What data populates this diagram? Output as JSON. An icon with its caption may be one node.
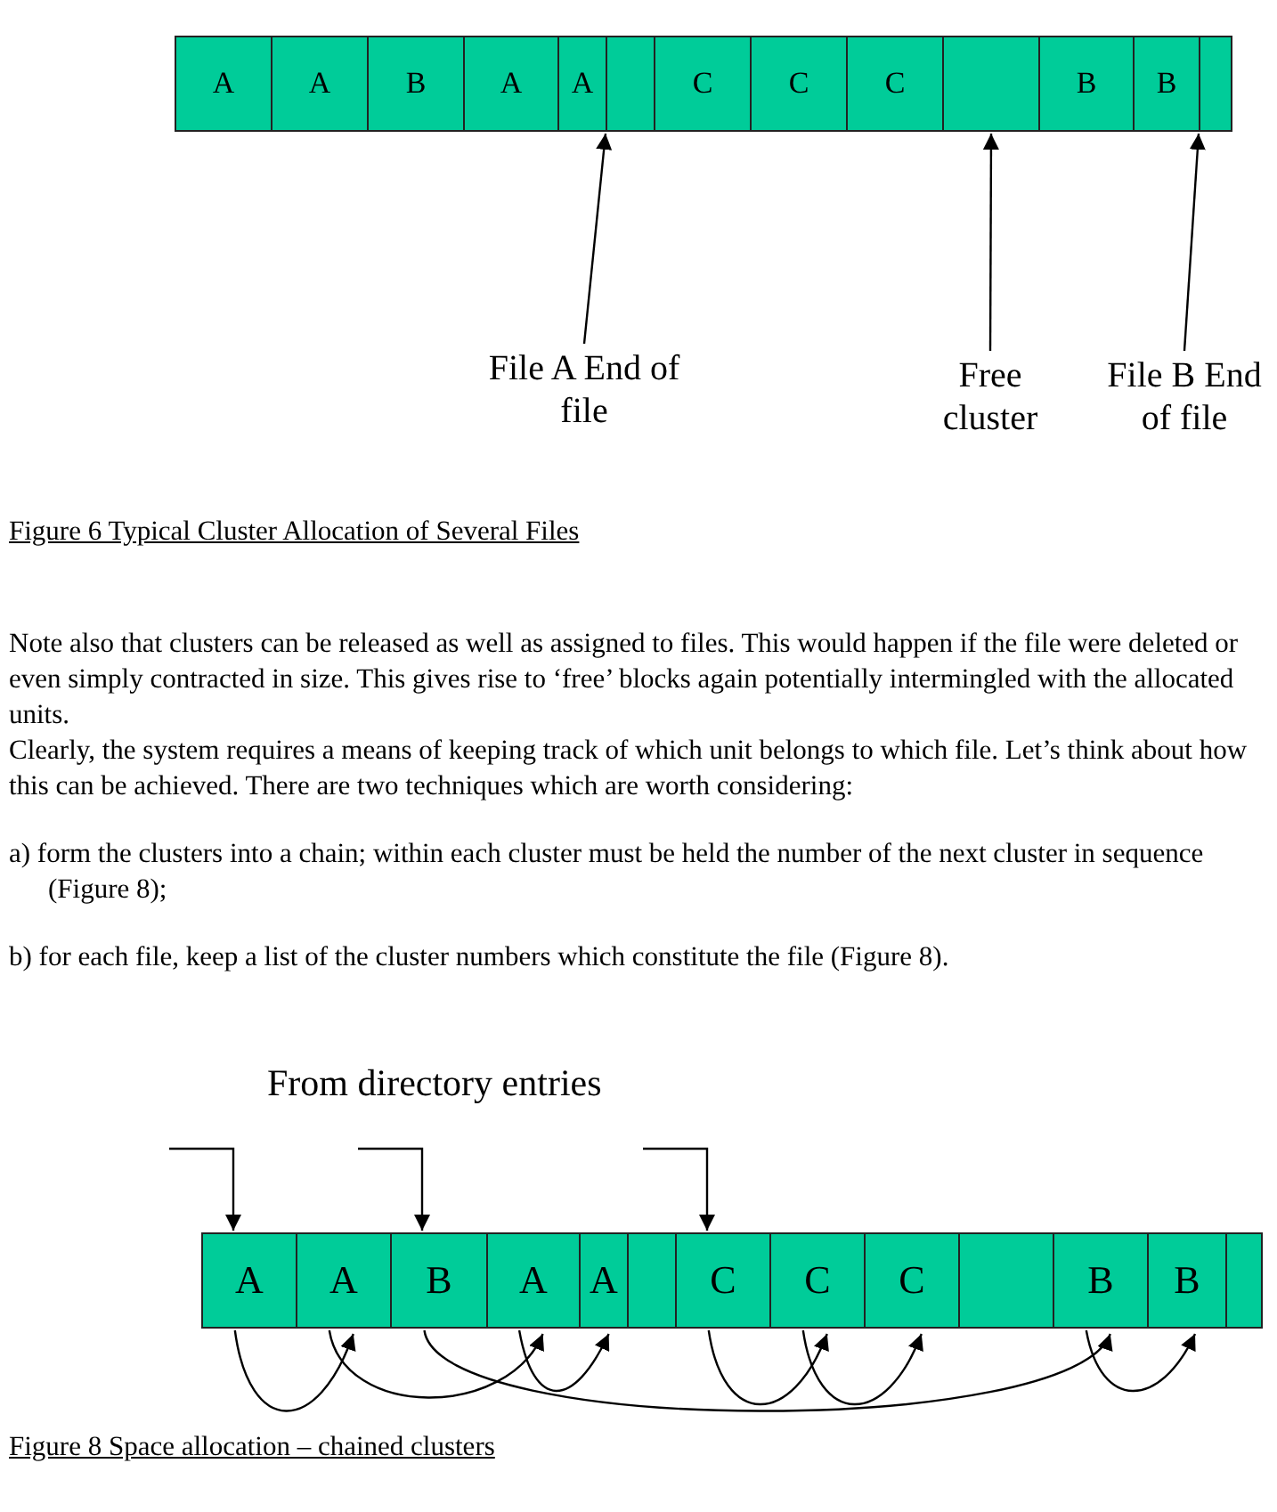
{
  "diagram": {
    "nodes": [
      {
        "text": [
          "A"
        ]
      },
      {
        "text": [
          "A"
        ]
      },
      {
        "text": [
          "B"
        ]
      },
      {
        "text": [
          "A"
        ]
      },
      {
        "text": [
          "A"
        ]
      },
      {
        "text": [],
        "shape": "box"
      },
      {
        "text": [
          "C"
        ]
      },
      {
        "text": [
          "C"
        ]
      },
      {
        "text": [
          "C"
        ]
      },
      {
        "text": [],
        "shape": "box"
      },
      {
        "text": [
          "B"
        ]
      },
      {
        "text": [
          "B"
        ]
      },
      {
        "text": [],
        "shape": "box"
      },
      {
        "text": [
          "File A End of file"
        ]
      },
      {
        "text": [
          "Free cluster"
        ]
      },
      {
        "text": [
          "File B End of file"
        ]
      },
      {
        "text": [
          "A"
        ]
      },
      {
        "text": [
          "A"
        ]
      },
      {
        "text": [
          "B"
        ]
      },
      {
        "text": [
          "A"
        ]
      },
      {
        "text": [
          "A"
        ]
      },
      {
        "text": [],
        "shape": "box"
      },
      {
        "text": [
          "C"
        ]
      },
      {
        "text": [
          "C"
        ]
      },
      {
        "text": [
          "C"
        ]
      },
      {
        "text": [],
        "shape": "box"
      },
      {
        "text": [
          "B"
        ]
      },
      {
        "text": [
          "B"
        ]
      },
      {
        "text": [],
        "shape": "box"
      }
    ],
    "edges": [
      {
        "from": 13,
        "to": 4,
        "arrow": "to"
      },
      {
        "from": 14,
        "to": 9,
        "arrow": "to"
      },
      {
        "from": 15,
        "to": 11,
        "arrow": "to"
      },
      {
        "from": null,
        "to": 16,
        "arrow": "to"
      },
      {
        "from": null,
        "to": 18,
        "arrow": "to"
      },
      {
        "from": null,
        "to": 22,
        "arrow": "to"
      },
      {
        "from": 16,
        "to": 17,
        "arrow": "to"
      },
      {
        "from": 17,
        "to": 19,
        "arrow": "to"
      },
      {
        "from": 19,
        "to": 20,
        "arrow": "to"
      },
      {
        "from": 18,
        "to": 26,
        "arrow": "to"
      },
      {
        "from": 26,
        "to": 27,
        "arrow": "to"
      },
      {
        "from": 22,
        "to": 23,
        "arrow": "to"
      },
      {
        "from": 23,
        "to": 24,
        "arrow": "to"
      }
    ],
    "labels": [
      "Figure 6 Typical Cluster Allocation of Several Files",
      "Note also that clusters can be released as well as assigned to files. This would happen if the file were deleted or even simply contracted in size. This gives rise to ‘free’ blocks again potentially intermingled with the allocated units.",
      "Clearly, the system requires a means of keeping track of which unit belongs to which file. Let’s think about how this can be achieved. There are two techniques which are worth considering:",
      "a) form the clusters into a chain; within each cluster must be held the number of the next cluster in sequence (Figure 8);",
      "b) for each file, keep a list of the cluster numbers which constitute the file (Figure 8).",
      "From directory entries",
      "Figure 8 Space allocation – chained clusters"
    ]
  }
}
